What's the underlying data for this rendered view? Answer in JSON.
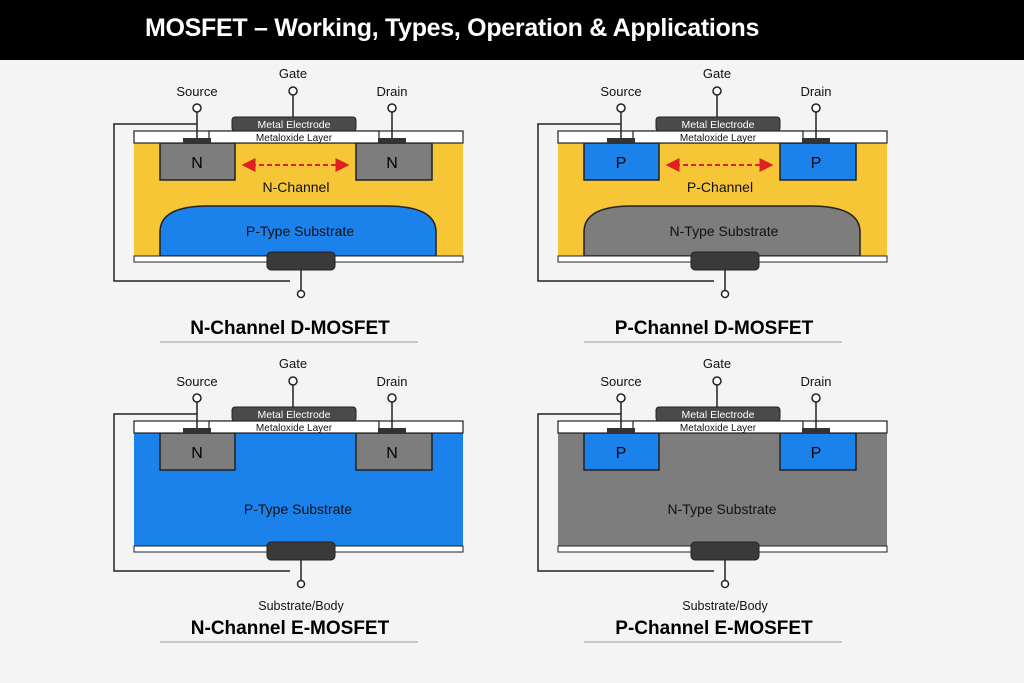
{
  "header": {
    "title": "MOSFET – Working, Types, Operation & Applications"
  },
  "colors": {
    "yellow": "#f6c637",
    "blue": "#1b82ec",
    "gray": "#7d7d7d",
    "dark_gray": "#6a6a6a",
    "electrode": "#4a4a4a",
    "background": "#f4f4f4",
    "arrow_red": "#e02020"
  },
  "panels": [
    {
      "name": "n-channel-d-mosfet",
      "variant": "depletion",
      "labels": {
        "gate": "Gate",
        "source": "Source",
        "drain": "Drain",
        "metal": "Metal Electrode",
        "oxide": "Metaloxide Layer",
        "well_left": "N",
        "well_right": "N",
        "channel": "N-Channel",
        "substrate": "P-Type Substrate",
        "body": "",
        "title": "N-Channel D-MOSFET"
      },
      "fill": {
        "body": "#f6c637",
        "substrate": "#1b82ec",
        "wells": "#7d7d7d"
      }
    },
    {
      "name": "p-channel-d-mosfet",
      "variant": "depletion",
      "labels": {
        "gate": "Gate",
        "source": "Source",
        "drain": "Drain",
        "metal": "Metal Electrode",
        "oxide": "Metaloxide Layer",
        "well_left": "P",
        "well_right": "P",
        "channel": "P-Channel",
        "substrate": "N-Type Substrate",
        "body": "",
        "title": "P-Channel D-MOSFET"
      },
      "fill": {
        "body": "#f6c637",
        "substrate": "#7d7d7d",
        "wells": "#1b82ec"
      }
    },
    {
      "name": "n-channel-e-mosfet",
      "variant": "enhancement",
      "labels": {
        "gate": "Gate",
        "source": "Source",
        "drain": "Drain",
        "metal": "Metal Electrode",
        "oxide": "Metaloxide Layer",
        "well_left": "N",
        "well_right": "N",
        "channel": "",
        "substrate": "P-Type Substrate",
        "body": "Substrate/Body",
        "title": "N-Channel E-MOSFET"
      },
      "fill": {
        "body": "#1b82ec",
        "substrate": "#1b82ec",
        "wells": "#7d7d7d"
      }
    },
    {
      "name": "p-channel-e-mosfet",
      "variant": "enhancement",
      "labels": {
        "gate": "Gate",
        "source": "Source",
        "drain": "Drain",
        "metal": "Metal Electrode",
        "oxide": "Metaloxide Layer",
        "well_left": "P",
        "well_right": "P",
        "channel": "",
        "substrate": "N-Type Substrate",
        "body": "Substrate/Body",
        "title": "P-Channel E-MOSFET"
      },
      "fill": {
        "body": "#7d7d7d",
        "substrate": "#7d7d7d",
        "wells": "#1b82ec"
      }
    }
  ]
}
